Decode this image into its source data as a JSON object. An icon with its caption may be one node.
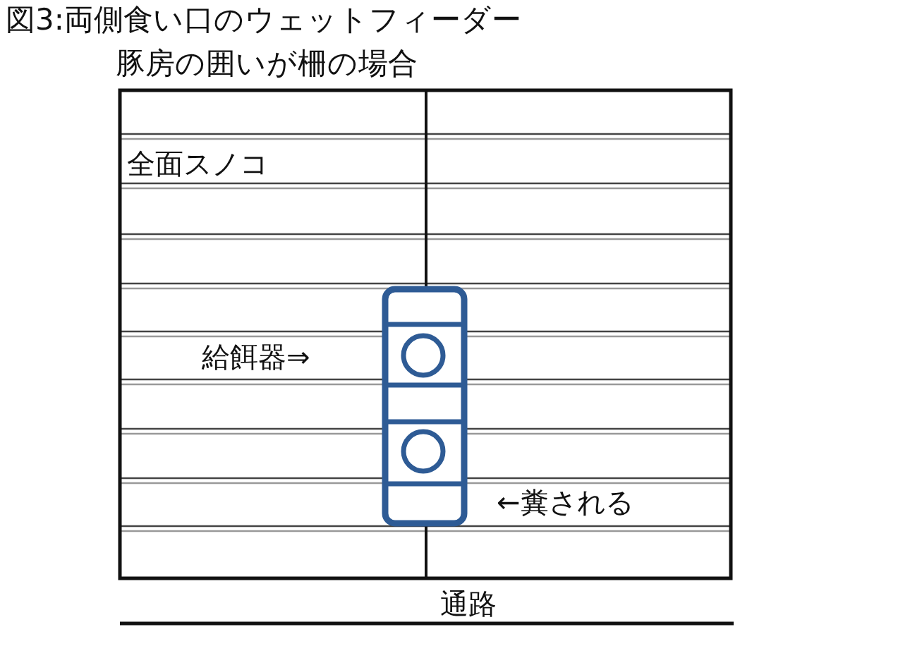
{
  "diagram": {
    "title": "図3:両側食い口のウェットフィーダー",
    "labels": [
      "豚房の囲いが柵の場合",
      "全面スノコ",
      "給餌器⇒",
      "←糞される",
      "通路"
    ]
  }
}
